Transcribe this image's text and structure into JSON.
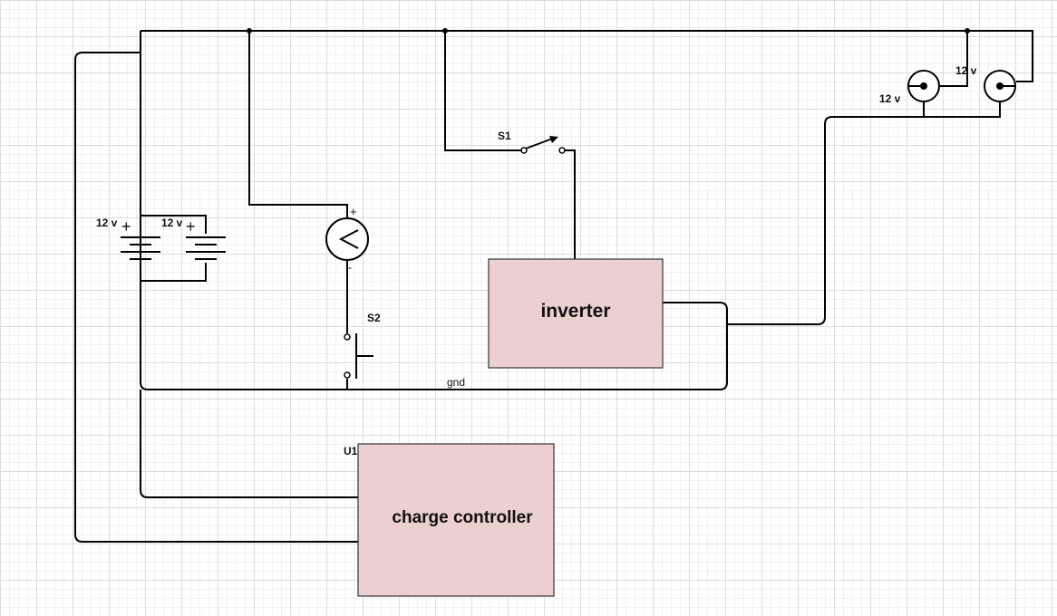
{
  "labels": {
    "battery1": "12 v",
    "battery2": "12 v",
    "lamp1": "12 v",
    "lamp2": "12 v",
    "switch_s1": "S1",
    "switch_s2": "S2",
    "ground": "gnd",
    "controller_ref": "U1",
    "plus": "+",
    "minus": "-"
  },
  "blocks": {
    "inverter": "inverter",
    "charge_controller": "charge controller"
  },
  "colors": {
    "block_fill": "#ecd0d0",
    "wire": "#000000",
    "grid": "#dcdcdc"
  }
}
